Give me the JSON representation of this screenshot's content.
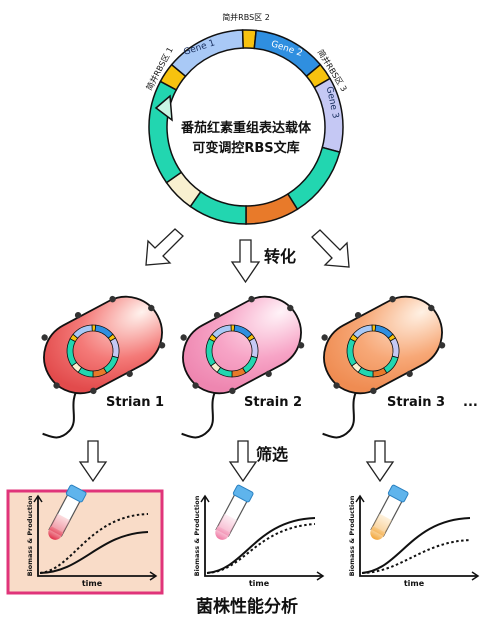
{
  "plasmid": {
    "title_line1": "番茄红素重组表达载体",
    "title_line2": "可变调控RBS文库",
    "rbs_labels": [
      "简并RBS区 1",
      "简并RBS区 2",
      "简并RBS区 3"
    ],
    "gene_labels": [
      "Gene 1",
      "Gene 2",
      "Gene 3"
    ]
  },
  "steps": {
    "transform": "转化",
    "screen": "筛选",
    "analysis": "菌株性能分析"
  },
  "strains": [
    {
      "label": "Strian 1",
      "color": "#e8585a"
    },
    {
      "label": "Strain 2",
      "color": "#f48fb8"
    },
    {
      "label": "Strain 3",
      "color": "#f49a5a"
    }
  ],
  "ellipsis": "...",
  "plots": [
    {
      "ylabel": "Biomass & Production",
      "xlabel": "time",
      "highlight": true
    },
    {
      "ylabel": "Biomass & Production",
      "xlabel": "time",
      "highlight": false
    },
    {
      "ylabel": "Biomass & Production",
      "xlabel": "time",
      "highlight": false
    }
  ],
  "colors": {
    "teal": "#22d6b0",
    "gene1": "#a9c9f6",
    "gene2": "#2f8fe0",
    "gene3": "#c5c8f4",
    "rbs": "#f7c20f",
    "orange": "#e87a2a",
    "cream": "#f8f0d0",
    "highlight_border": "#e0347a",
    "highlight_bg": "#f9dcc8"
  }
}
